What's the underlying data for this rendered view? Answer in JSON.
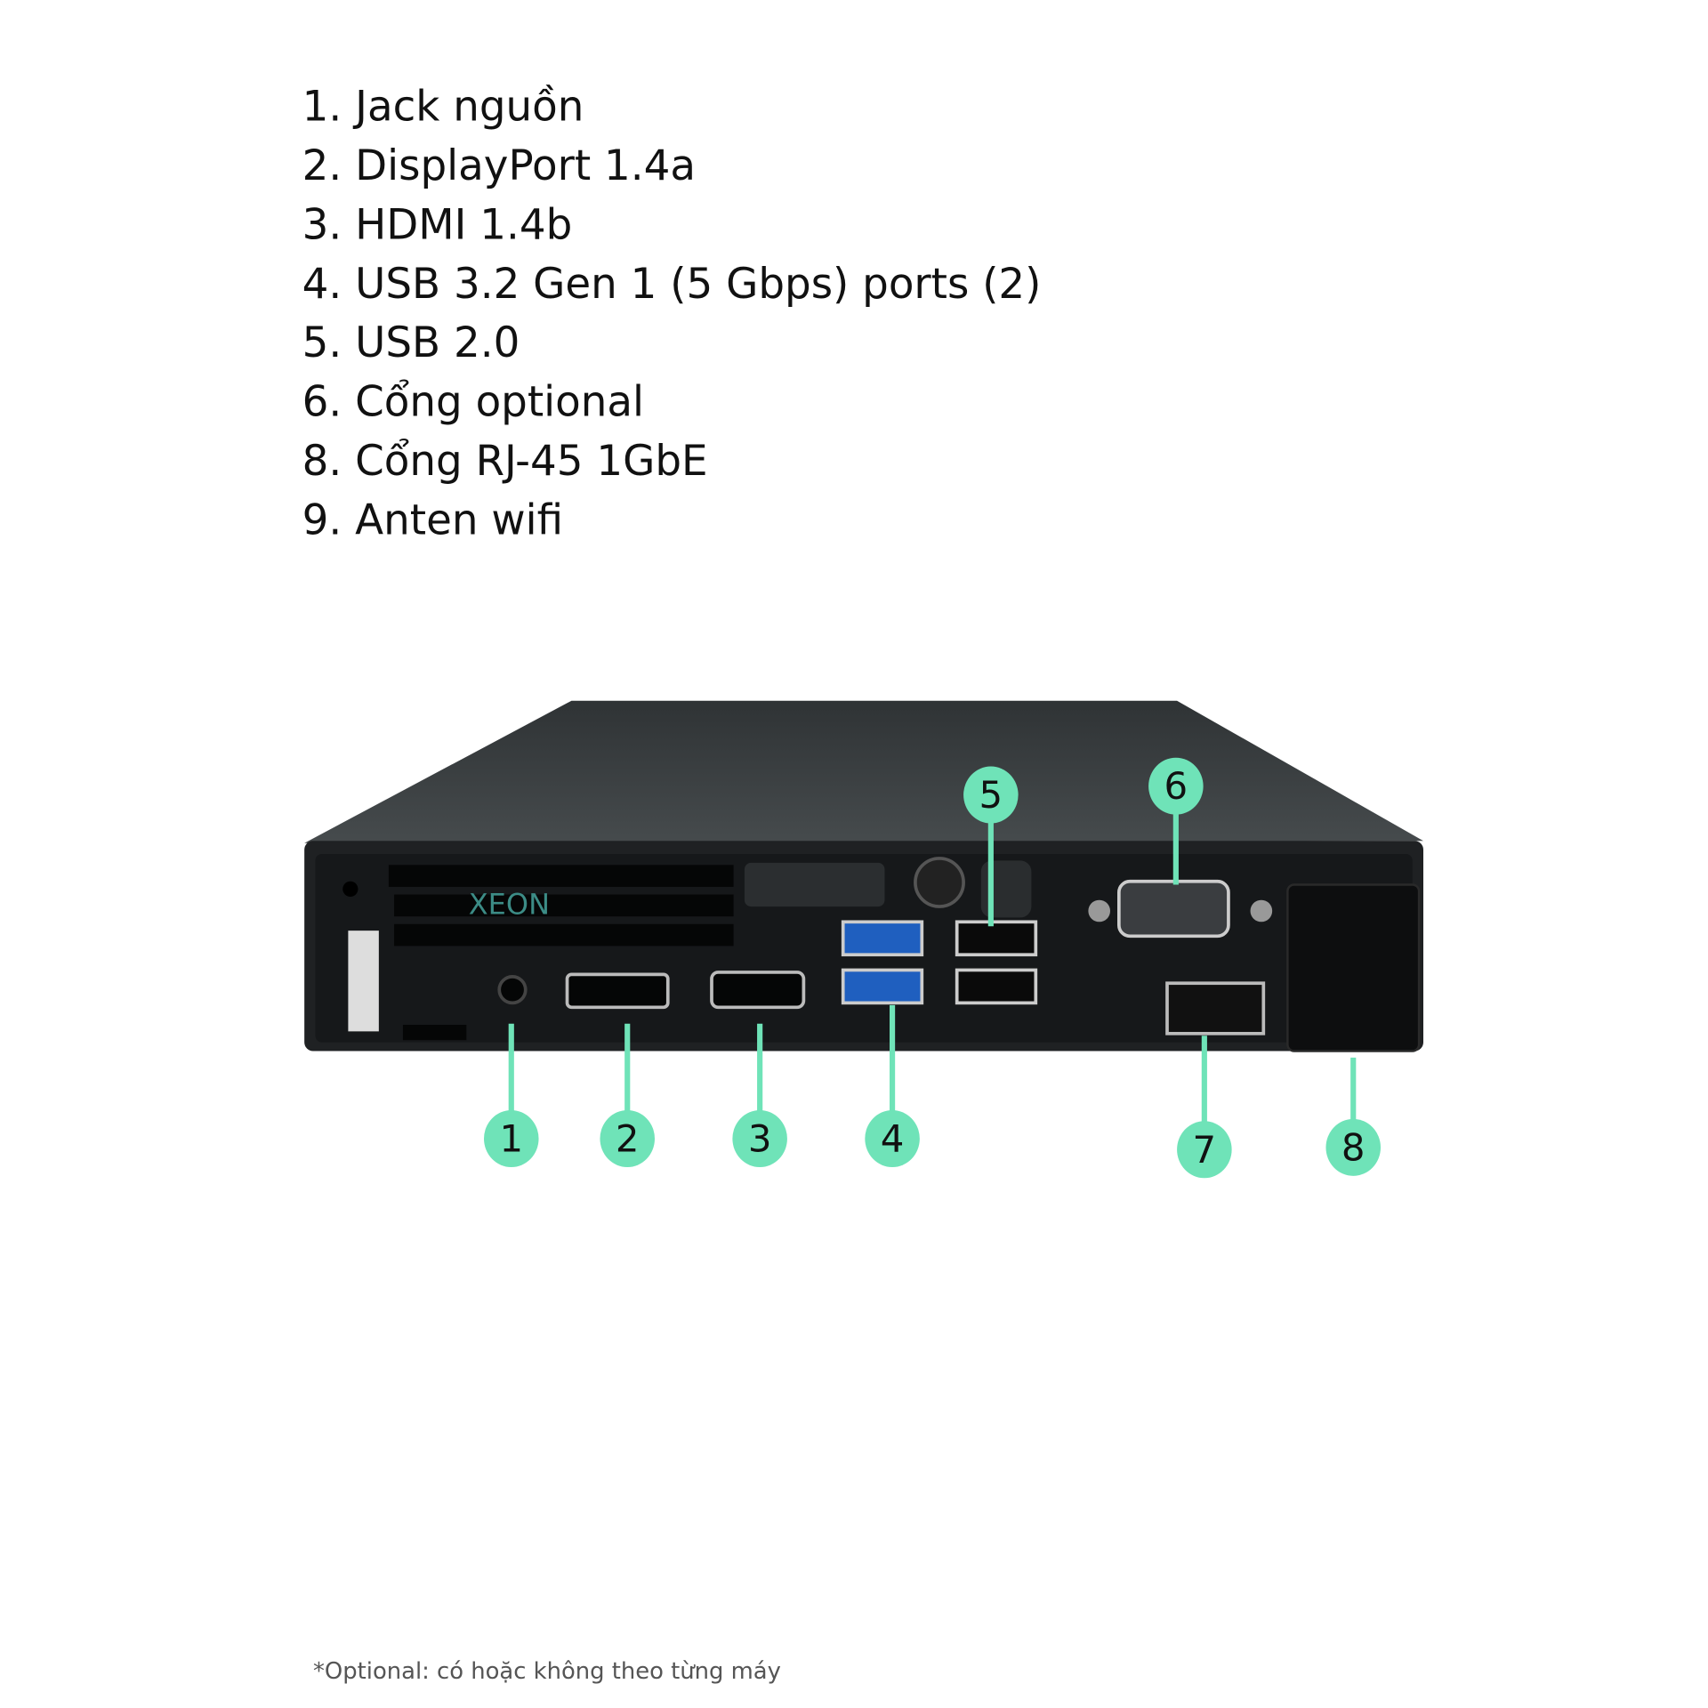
{
  "specs": [
    "1. Jack nguồn",
    "2. DisplayPort 1.4a",
    "3. HDMI 1.4b",
    "4. USB 3.2 Gen 1 (5 Gbps) ports (2)",
    "5. USB 2.0",
    "6. Cổng optional",
    "8. Cổng RJ-45 1GbE",
    "9. Anten wifi"
  ],
  "callouts": [
    "1",
    "2",
    "3",
    "4",
    "5",
    "6",
    "7",
    "8"
  ],
  "footnote": "*Optional: có hoặc không theo từng máy",
  "logo_text": "XEON",
  "colors": {
    "callout": "#6fe3b8",
    "chassis": "#1f2123",
    "top": "#3b3f41"
  }
}
